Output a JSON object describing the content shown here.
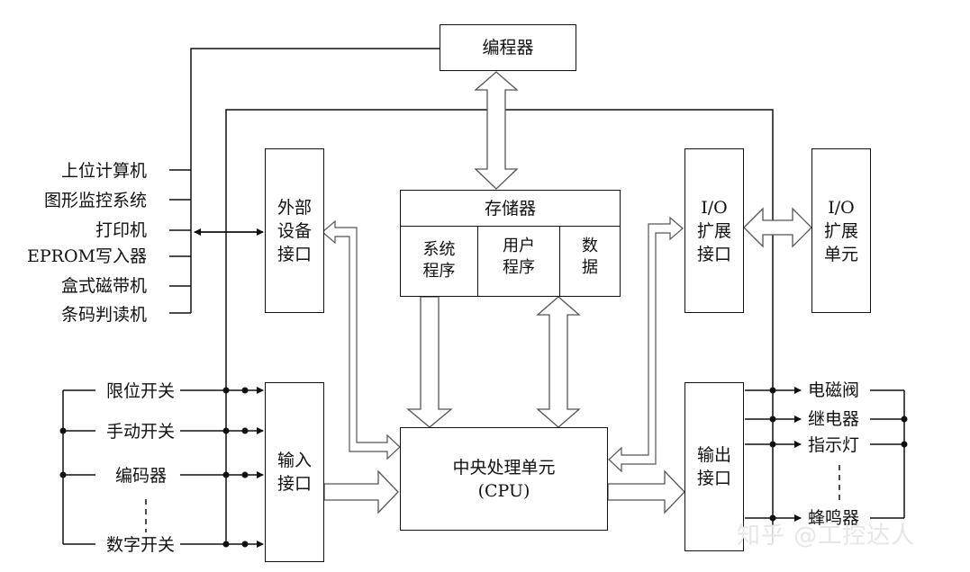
{
  "blocks": {
    "programmer": "编程器",
    "memory": {
      "title": "存储器",
      "system_program": [
        "系统",
        "程序"
      ],
      "user_program": [
        "用户",
        "程序"
      ],
      "data": [
        "数",
        "据"
      ]
    },
    "external_interface": [
      "外部",
      "设备",
      "接口"
    ],
    "io_expansion_interface": [
      "I/O",
      "扩展",
      "接口"
    ],
    "io_expansion_unit": [
      "I/O",
      "扩展",
      "单元"
    ],
    "input_interface": [
      "输入",
      "接口"
    ],
    "output_interface": [
      "输出",
      "接口"
    ],
    "cpu": [
      "中央处理单元",
      "(CPU)"
    ]
  },
  "peripherals": [
    "上位计算机",
    "图形监控系统",
    "打印机",
    "EPROM写入器",
    "盒式磁带机",
    "条码判读机"
  ],
  "inputs": [
    "限位开关",
    "手动开关",
    "编码器",
    "数字开关"
  ],
  "outputs": [
    "电磁阀",
    "继电器",
    "指示灯",
    "蜂鸣器"
  ],
  "watermark": "知乎 @工控达人"
}
